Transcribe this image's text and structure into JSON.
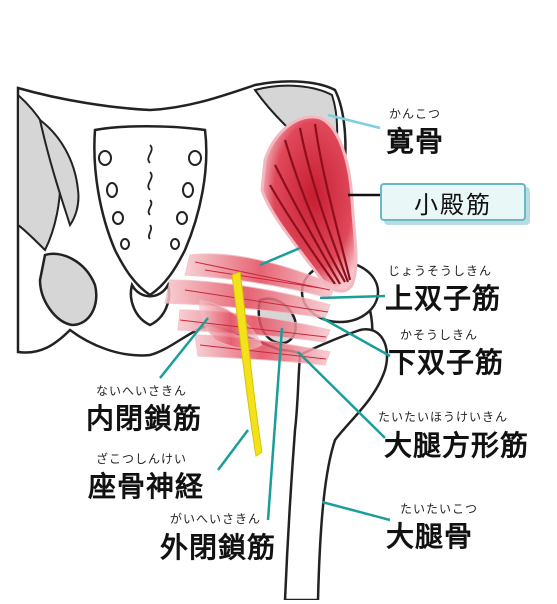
{
  "labels": {
    "kankotsu": {
      "ruby": "かんこつ",
      "text": "寛骨"
    },
    "shoudenkin": {
      "text": "小殿筋"
    },
    "jousoushikin": {
      "ruby": "じょうそうしきん",
      "text": "上双子筋"
    },
    "kasoushikin": {
      "ruby": "かそうしきん",
      "text": "下双子筋"
    },
    "naiheisakin": {
      "ruby": "ないへいさきん",
      "text": "内閉鎖筋"
    },
    "zakotsushinkei": {
      "ruby": "ざこつしんけい",
      "text": "座骨神経"
    },
    "taitaihoukeikin": {
      "ruby": "たいたいほうけいきん",
      "text": "大腿方形筋"
    },
    "gaiheisakin": {
      "ruby": "がいへいさきん",
      "text": "外閉鎖筋"
    },
    "taitaikotsu": {
      "ruby": "たいたいこつ",
      "text": "大腿骨"
    }
  },
  "colors": {
    "bone_fill": "#ffffff",
    "bone_shadow": "#d6d6d6",
    "outline": "#222222",
    "muscle": "#d8384a",
    "muscle_light": "#f2b9c0",
    "muscle_dark": "#8e0f1c",
    "leader_line": "#1a9e9a",
    "leader_line_top": "#7ccfe0",
    "nerve": "#f3e21a"
  }
}
